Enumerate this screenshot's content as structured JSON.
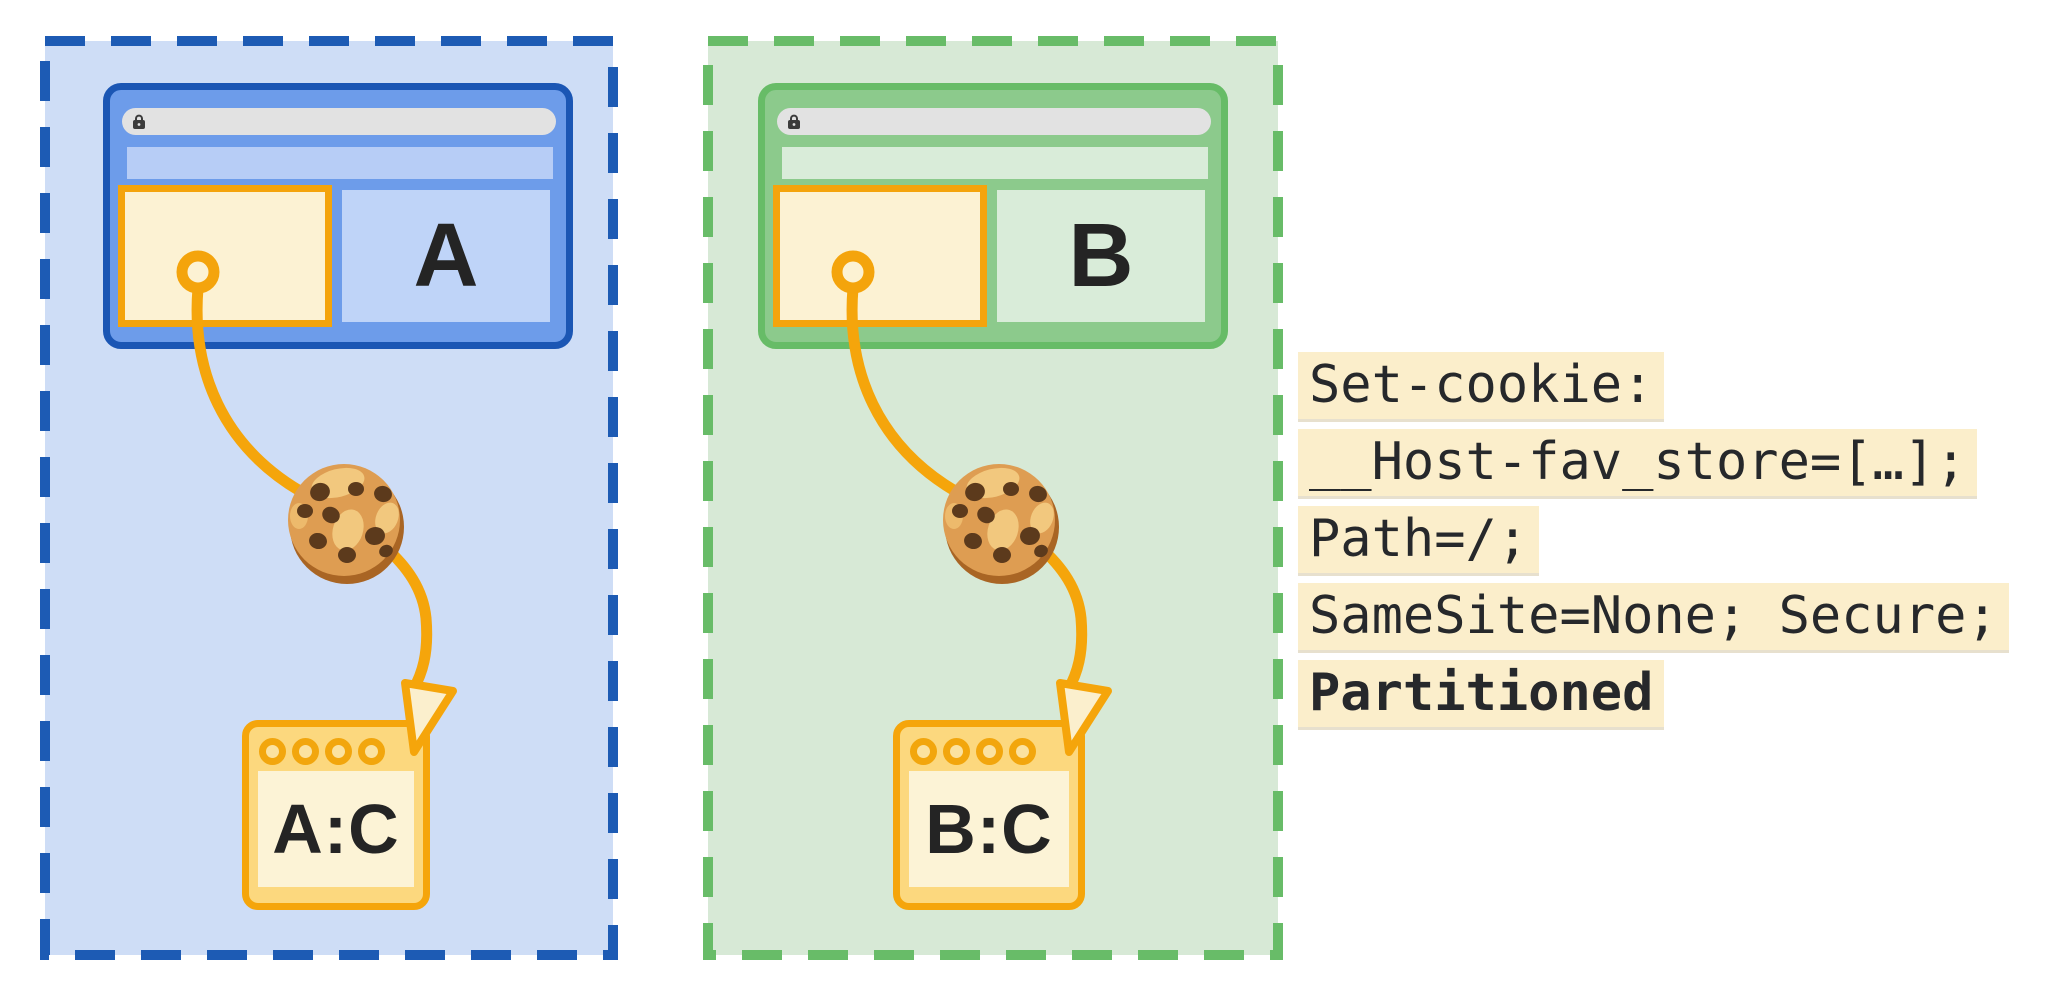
{
  "panels": [
    {
      "id": "a",
      "site_label": "A",
      "storage_label": "A:C",
      "dash_color": "#1D5BB4",
      "panel_bg": "#CEDDF6",
      "window_fill": "#6D9CEA",
      "window_border": "#1B56B4",
      "content_fill": "#BFD4F8"
    },
    {
      "id": "b",
      "site_label": "B",
      "storage_label": "B:C",
      "dash_color": "#68BC68",
      "panel_bg": "#D7E9D6",
      "window_fill": "#8CCA8C",
      "window_border": "#67BC67",
      "content_fill": "#D9ECD9"
    }
  ],
  "shared_colors": {
    "iframe_fill": "#FCF2D3",
    "iframe_border": "#F4A40C",
    "address_bar_fill": "#E2E2E2",
    "cookie_path_orange": "#F5A50B",
    "storage_fill": "#FCD87E",
    "storage_inner_fill": "#FCF3D6",
    "code_highlight": "#FBEECB",
    "code_text": "#26282B",
    "label_text": "#242424"
  },
  "code": {
    "lines": [
      {
        "text": "Set-cookie:",
        "bold": false
      },
      {
        "text": "__Host-fav_store=[…];",
        "bold": false
      },
      {
        "text": "Path=/;",
        "bold": false
      },
      {
        "text": "SameSite=None; Secure;",
        "bold": false
      },
      {
        "text": "Partitioned",
        "bold": true
      }
    ]
  },
  "icons": {
    "lock": "lock-icon",
    "cookie": "cookie-icon",
    "arrowhead": "arrowhead-icon",
    "cookie_origin_ring": "cookie-origin-ring"
  }
}
